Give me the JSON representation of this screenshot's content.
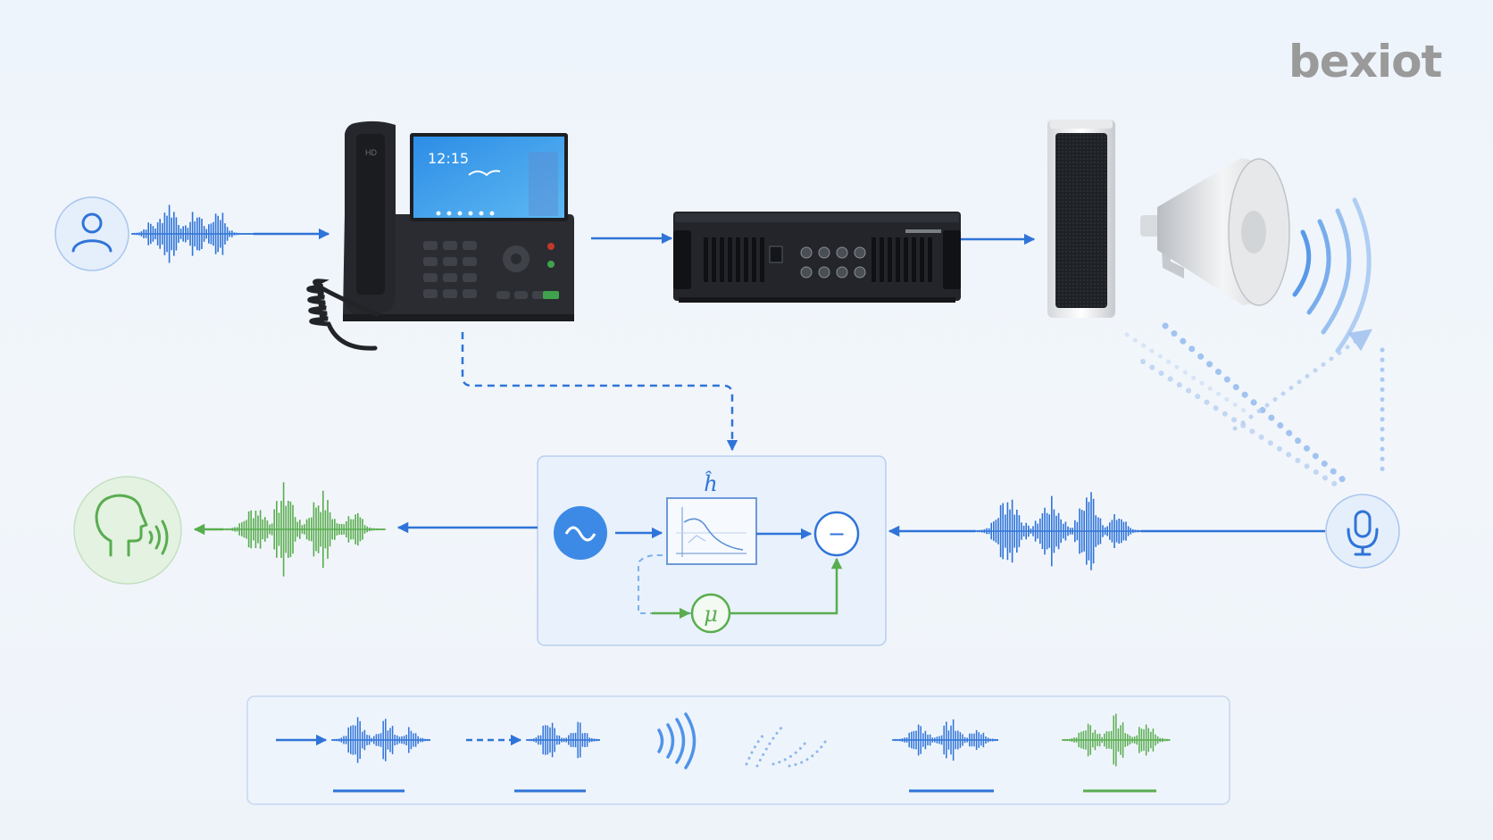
{
  "brand": {
    "logo_text": "bexiot"
  },
  "phone": {
    "screen_time": "12:15"
  },
  "adaptive_filter": {
    "filter_symbol": "ĥ",
    "subtract_symbol": "−",
    "step_size_symbol": "μ"
  },
  "colors": {
    "primary_blue": "#2f74d8",
    "light_blue": "#9fc2ef",
    "green": "#59ad4f",
    "panel_fill": "#e9f1fc",
    "panel_border": "#b7cfee"
  },
  "icons": {
    "caller": "person-icon",
    "listener": "speaking-head-icon",
    "microphone": "microphone-icon",
    "generator": "sine-wave-icon",
    "sound": "sound-waves-icon"
  }
}
